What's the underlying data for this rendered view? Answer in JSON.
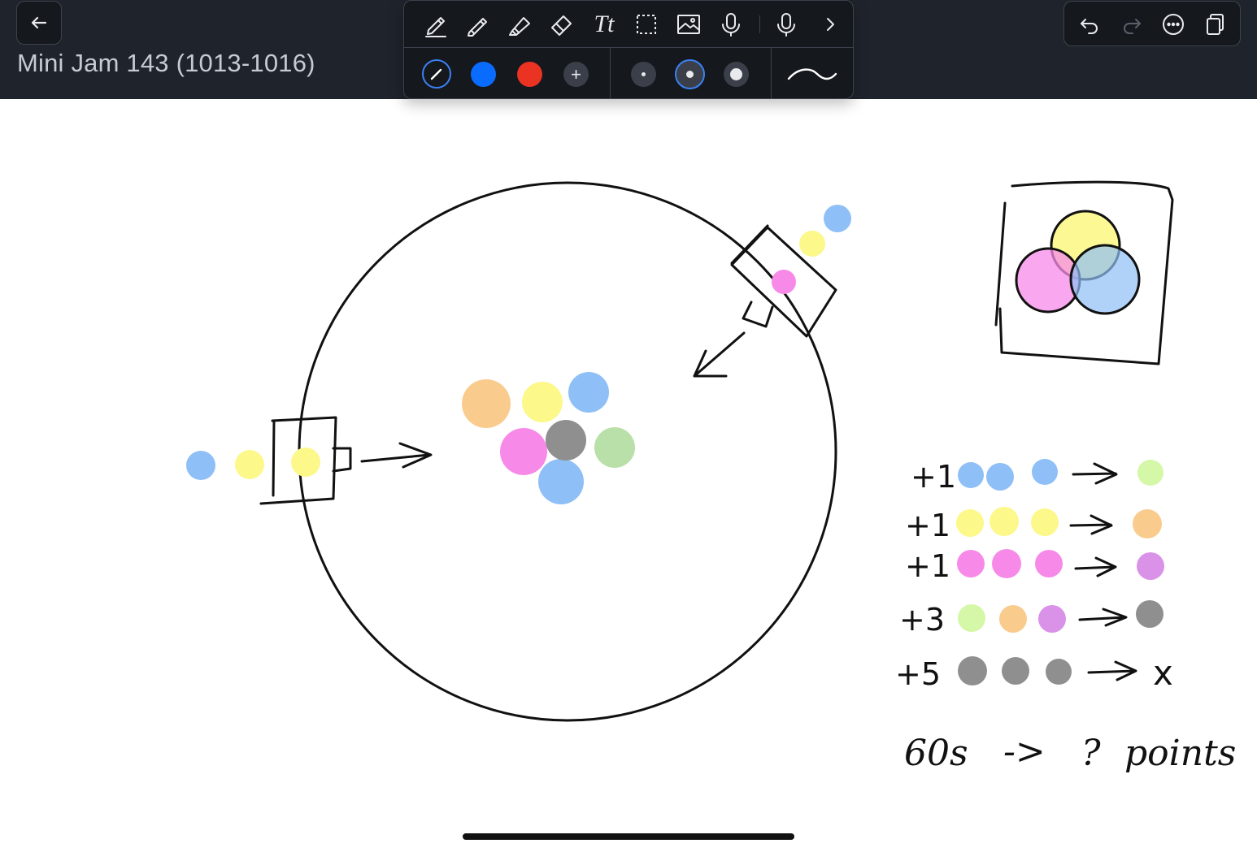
{
  "window": {
    "title": "Mini Jam 143 (1013-1016)"
  },
  "toolbar": {
    "tools": [
      {
        "icon": "pen-icon",
        "active": true
      },
      {
        "icon": "pencil-icon"
      },
      {
        "icon": "highlighter-icon"
      },
      {
        "icon": "eraser-icon"
      },
      {
        "icon": "text-tool-icon",
        "label": "Tt"
      },
      {
        "icon": "lasso-select-icon"
      },
      {
        "icon": "image-icon"
      },
      {
        "icon": "microphone-icon"
      },
      {
        "icon": "microphone-record-icon"
      },
      {
        "icon": "chevron-right-icon"
      }
    ],
    "colors": [
      "#1f232b",
      "#0a6cff",
      "#ea3323"
    ],
    "add_color_label": "+",
    "stroke_sizes": [
      "small",
      "medium",
      "large"
    ],
    "selected_stroke": "medium",
    "stroke_style": "smooth-curve"
  },
  "actions": [
    "undo-icon",
    "redo-icon",
    "more-icon",
    "pages-icon"
  ],
  "canvas": {
    "scoring_rules": [
      {
        "points": "+1",
        "result_color": "#d5f7a8"
      },
      {
        "points": "+1",
        "result_color": "#f9cc8e"
      },
      {
        "points": "+1",
        "result_color": "#d992e8"
      },
      {
        "points": "+3",
        "result_color": "#8f8f8f"
      },
      {
        "points": "+5",
        "result_label": "x"
      }
    ],
    "footer_note": {
      "left": "60s",
      "arrow": "->",
      "middle": "?",
      "right": "points"
    }
  },
  "colors": {
    "blue": "#8fbff7",
    "yellow": "#fcf88a",
    "pink": "#f78ae8",
    "orange": "#f9cc8e",
    "green": "#b9e0a8",
    "gray": "#8f8f8f",
    "lime": "#d5f7a8",
    "purple": "#d992e8"
  }
}
